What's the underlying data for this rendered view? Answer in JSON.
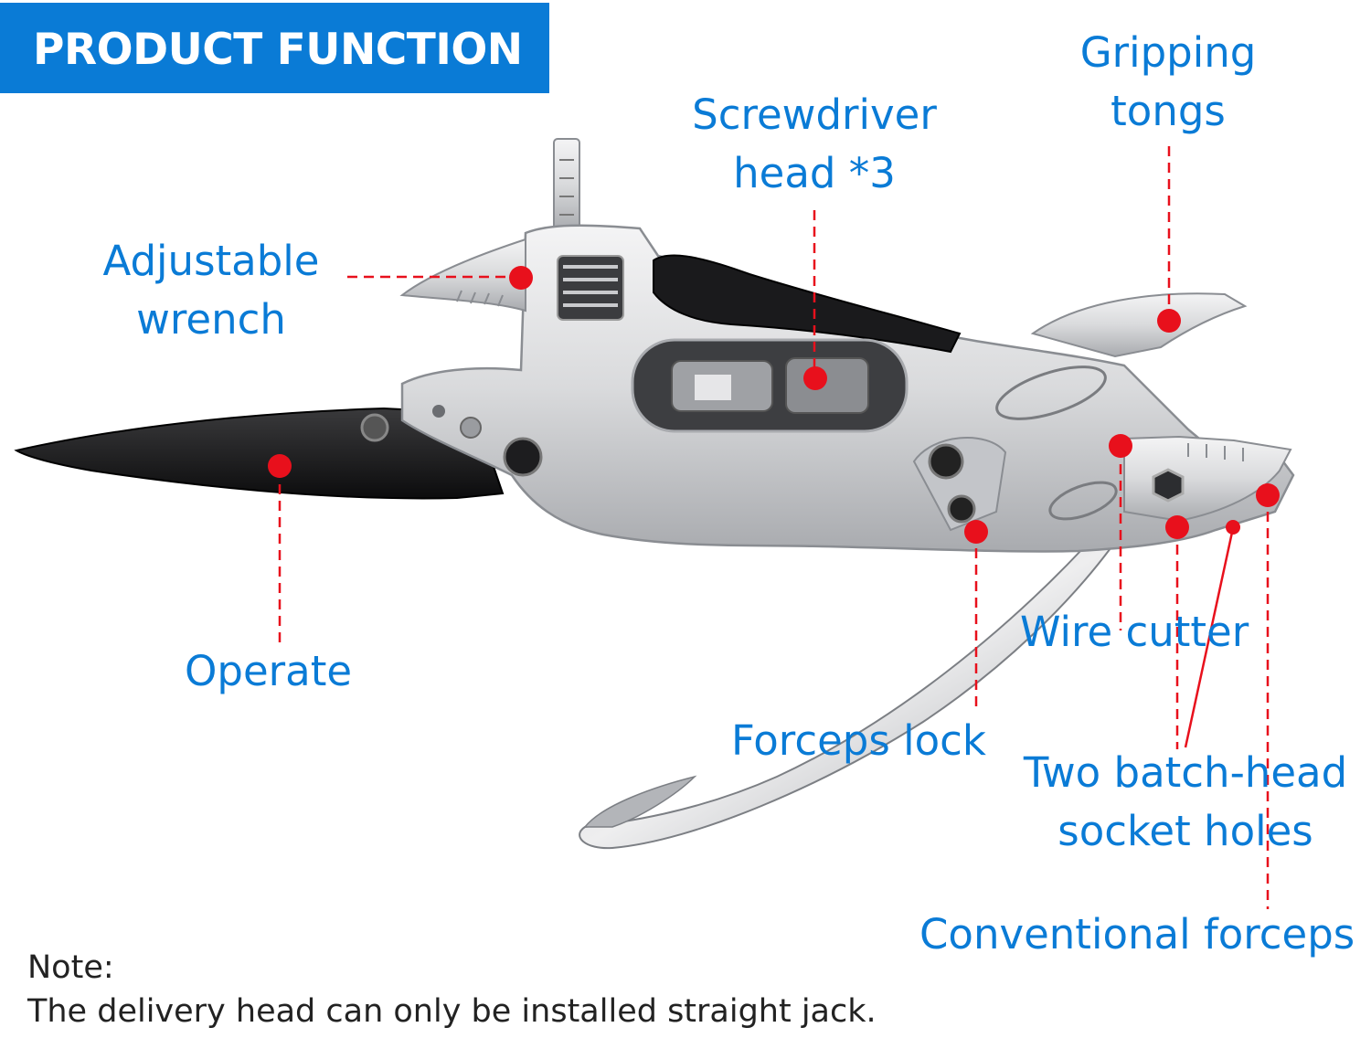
{
  "banner": {
    "title": "PRODUCT FUNCTION"
  },
  "labels": {
    "adjustable_wrench": [
      "Adjustable",
      "wrench"
    ],
    "screwdriver_head": [
      "Screwdriver",
      "head *3"
    ],
    "gripping_tongs": [
      "Gripping",
      "tongs"
    ],
    "operate": "Operate",
    "wire_cutter": "Wire cutter",
    "forceps_lock": "Forceps lock",
    "socket_holes": [
      "Two batch-head",
      "socket holes"
    ],
    "conventional_forceps": "Conventional forceps"
  },
  "note": {
    "heading": "Note:",
    "text": "The delivery head can only be installed straight jack."
  },
  "colors": {
    "accent": "#0a7bd6",
    "marker": "#e8101c",
    "blade": "#141414",
    "steel": "#d9dadc"
  },
  "icons": {
    "marker": "red-dot-marker",
    "tool": "multitool-illustration"
  }
}
